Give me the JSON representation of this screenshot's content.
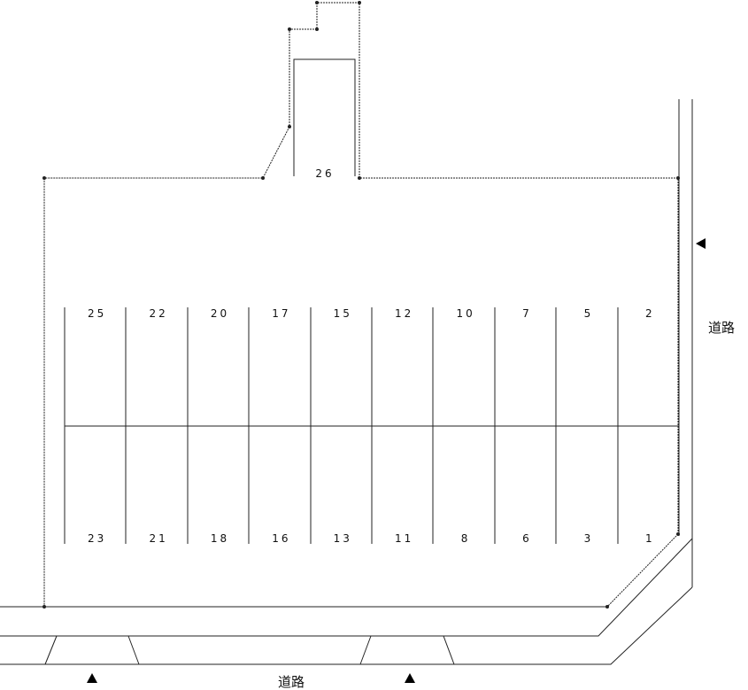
{
  "spaces_top": [
    "25",
    "22",
    "20",
    "17",
    "15",
    "12",
    "10",
    "7",
    "5",
    "2"
  ],
  "spaces_bottom": [
    "23",
    "21",
    "18",
    "16",
    "13",
    "11",
    "8",
    "6",
    "3",
    "1"
  ],
  "space_extra": "26",
  "road_right": "道路",
  "road_bottom": "道路",
  "icons": {
    "entrance_right": "left-pointing-triangle-icon",
    "entrance_bottom": "up-pointing-triangle-icon"
  }
}
